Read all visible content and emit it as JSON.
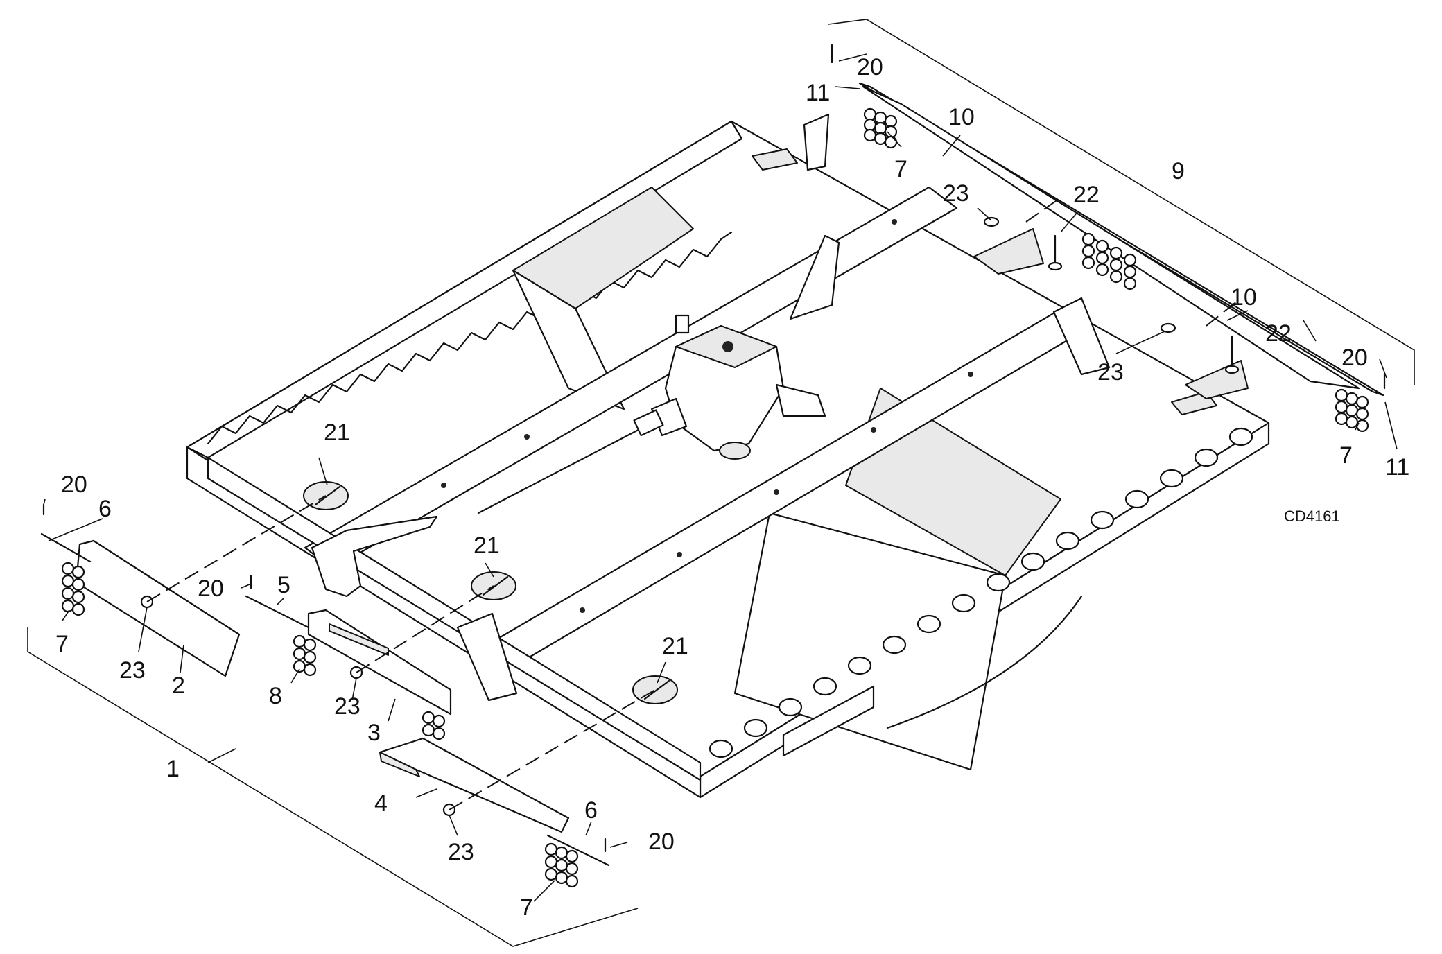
{
  "drawing_code": "CD4161",
  "callouts": {
    "c1": "1",
    "c2": "2",
    "c3": "3",
    "c4": "4",
    "c5": "5",
    "c6a": "6",
    "c6b": "6",
    "c7a": "7",
    "c7b": "7",
    "c7c": "7",
    "c7d": "7",
    "c8": "8",
    "c9": "9",
    "c10a": "10",
    "c10b": "10",
    "c11a": "11",
    "c11b": "11",
    "c20a": "20",
    "c20b": "20",
    "c20c": "20",
    "c20d": "20",
    "c20e": "20",
    "c21a": "21",
    "c21b": "21",
    "c21c": "21",
    "c22a": "22",
    "c22b": "22",
    "c23a": "23",
    "c23b": "23",
    "c23c": "23",
    "c23d": "23",
    "c23e": "23"
  }
}
